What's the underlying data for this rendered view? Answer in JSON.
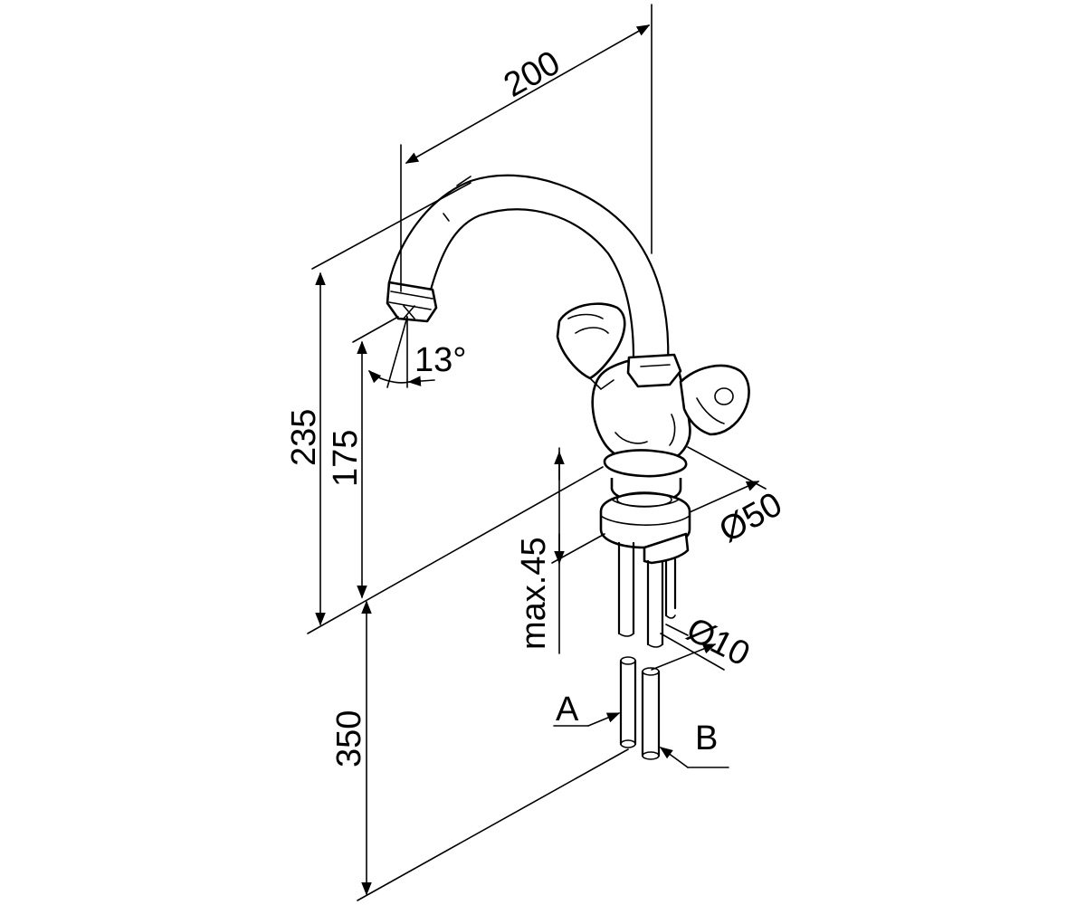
{
  "dimensions": {
    "spout_reach": "200",
    "total_height": "235",
    "outlet_height": "175",
    "hose_length": "350",
    "spout_angle": "13°",
    "base_diameter": "Ø50",
    "max_deck_thickness": "max.45",
    "pipe_diameter": "Ø10"
  },
  "connections": {
    "a": "A",
    "b": "B"
  }
}
